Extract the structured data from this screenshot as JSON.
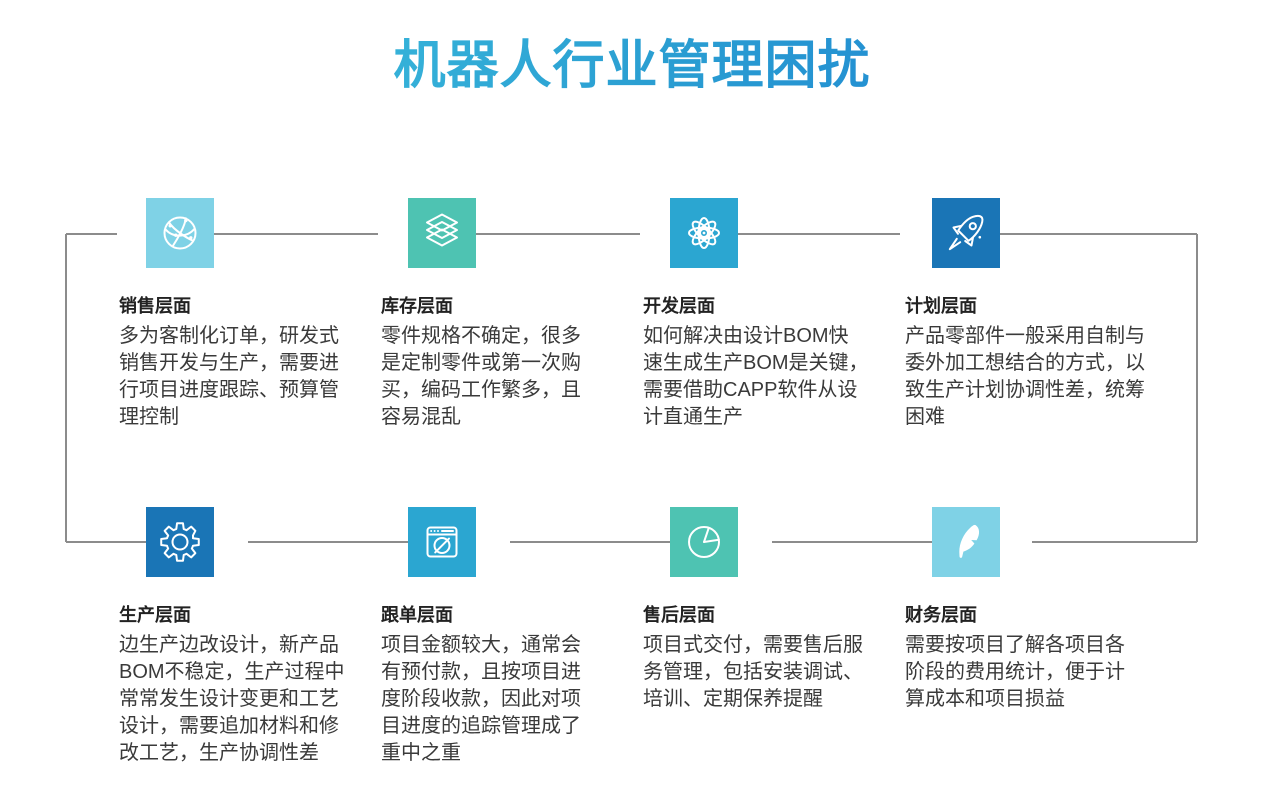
{
  "page": {
    "title": "机器人行业管理困扰"
  },
  "theme": {
    "title_gradient_start": "#41c6e0",
    "title_gradient_end": "#1b7ed2",
    "connector_color": "#8c8c8c",
    "heading_color": "#222222",
    "body_color": "#3a3a3a",
    "tile_light_blue": "#7fd2e6",
    "tile_teal": "#4ec3b2",
    "tile_cyan": "#2ba6d1",
    "tile_dark_blue": "#1a75b6"
  },
  "sections": [
    {
      "title": "销售层面",
      "icon": "globe-network-icon",
      "color": "#7fd2e6",
      "description": "多为客制化订单，研发式\n销售开发与生产，需要进\n行项目进度跟踪、预算管\n理控制"
    },
    {
      "title": "库存层面",
      "icon": "layers-icon",
      "color": "#4ec3b2",
      "description": "零件规格不确定，很多\n是定制零件或第一次购\n买，编码工作繁多，且\n容易混乱"
    },
    {
      "title": "开发层面",
      "icon": "atom-icon",
      "color": "#2ba6d1",
      "description": "如何解决由设计BOM快\n速生成生产BOM是关键，\n需要借助CAPP软件从设\n计直通生产"
    },
    {
      "title": "计划层面",
      "icon": "rocket-icon",
      "color": "#1a75b6",
      "description": "产品零部件一般采用自制与\n委外加工想结合的方式，以\n致生产计划协调性差，统筹\n困难"
    },
    {
      "title": "生产层面",
      "icon": "gear-icon",
      "color": "#1a75b6",
      "description": "边生产边改设计，新产品\nBOM不稳定，生产过程中\n常常发生设计变更和工艺\n设计，需要追加材料和修\n改工艺，生产协调性差"
    },
    {
      "title": "跟单层面",
      "icon": "browser-compass-icon",
      "color": "#2ba6d1",
      "description": "项目金额较大，通常会\n有预付款，且按项目进\n度阶段收款，因此对项\n目进度的追踪管理成了\n重中之重"
    },
    {
      "title": "售后层面",
      "icon": "pie-chart-icon",
      "color": "#4ec3b2",
      "description": "项目式交付，需要售后服\n务管理，包括安装调试、\n培训、定期保养提醒"
    },
    {
      "title": "财务层面",
      "icon": "feather-icon",
      "color": "#7fd2e6",
      "description": "需要按项目了解各项目各\n阶段的费用统计，便于计\n算成本和项目损益"
    }
  ]
}
